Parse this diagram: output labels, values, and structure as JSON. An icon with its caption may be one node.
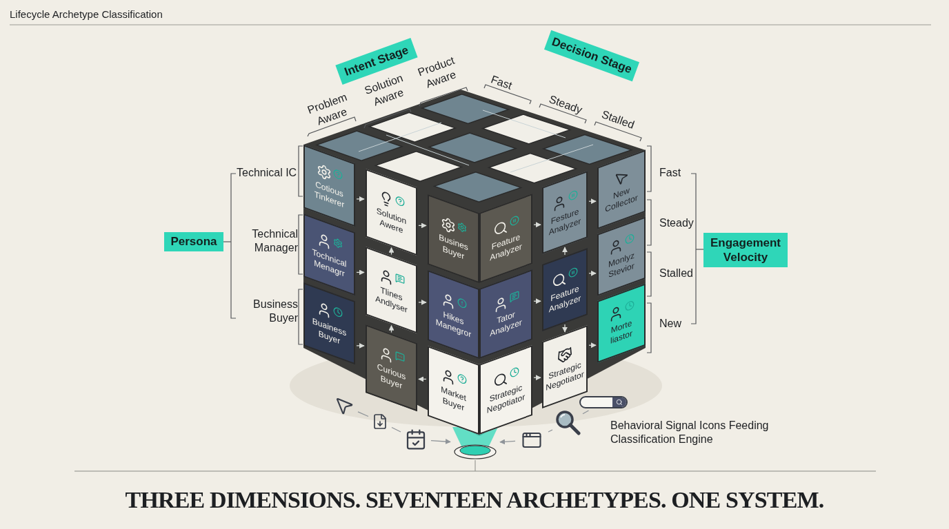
{
  "diagram": {
    "title": "Lifecycle Archetype Classification",
    "caption": "THREE DIMENSIONS. SEVENTEEN ARCHETYPES. ONE SYSTEM.",
    "nodes": [
      {
        "text": [
          "Intent Stage"
        ]
      },
      {
        "text": [
          "Decision Stage"
        ]
      },
      {
        "text": [
          "Persona"
        ]
      },
      {
        "text": [
          "Engagement Velocity"
        ]
      },
      {
        "text": [
          "Cotious Tinkerer"
        ]
      },
      {
        "text": [
          "Tochnical Menagrr"
        ]
      },
      {
        "text": [
          "Buainess Buyer"
        ]
      },
      {
        "text": [
          "Solution Awere"
        ]
      },
      {
        "text": [
          "Tlines Andlyser"
        ]
      },
      {
        "text": [
          "Curious Buyer"
        ]
      },
      {
        "text": [
          "Busines Buyer"
        ]
      },
      {
        "text": [
          "Feature Analyzer"
        ]
      },
      {
        "text": [
          "Hikes Manegror"
        ]
      },
      {
        "text": [
          "Tator Analyzer"
        ]
      },
      {
        "text": [
          "Market Buyer"
        ]
      },
      {
        "text": [
          "Strategic Negotiator"
        ]
      },
      {
        "text": [
          "Festure Analyzer"
        ]
      },
      {
        "text": [
          "Feature Analyzer"
        ]
      },
      {
        "text": [
          "Strategic Negotiator"
        ]
      },
      {
        "text": [
          "New Collector"
        ]
      },
      {
        "text": [
          "Monlyz Stevior"
        ]
      },
      {
        "text": [
          "Morte liastor"
        ]
      },
      {
        "text": [],
        "shape": "picture"
      },
      {
        "text": [],
        "shape": "picture"
      },
      {
        "text": [],
        "shape": "picture"
      },
      {
        "text": [],
        "shape": "funnel"
      },
      {
        "text": [],
        "shape": "picture"
      },
      {
        "text": [],
        "shape": "picture"
      },
      {
        "text": [],
        "shape": "picture"
      }
    ],
    "edges": [
      {
        "from": 4,
        "to": 7,
        "arrow": "to"
      },
      {
        "from": 5,
        "to": 8,
        "arrow": "to"
      },
      {
        "from": 6,
        "to": 9,
        "arrow": "to"
      },
      {
        "from": 7,
        "to": 10,
        "arrow": "to"
      },
      {
        "from": 8,
        "to": 12,
        "arrow": "to"
      },
      {
        "from": 14,
        "to": 9,
        "arrow": "to"
      },
      {
        "from": 8,
        "to": 7,
        "arrow": "to"
      },
      {
        "from": 9,
        "to": 8,
        "arrow": "to"
      },
      {
        "from": 11,
        "to": 16,
        "arrow": "to"
      },
      {
        "from": 13,
        "to": 17,
        "arrow": "to"
      },
      {
        "from": 15,
        "to": 18,
        "arrow": "to"
      },
      {
        "from": 16,
        "to": 19,
        "arrow": "to"
      },
      {
        "from": 17,
        "to": 20,
        "arrow": "to"
      },
      {
        "from": 18,
        "to": 21,
        "arrow": "to"
      },
      {
        "from": 17,
        "to": 16,
        "arrow": "to"
      },
      {
        "from": 17,
        "to": 18,
        "arrow": "to"
      },
      {
        "from": 22,
        "to": 23,
        "arrow": "none"
      },
      {
        "from": 23,
        "to": 24,
        "arrow": "none"
      },
      {
        "from": 24,
        "to": 25,
        "arrow": "to"
      },
      {
        "from": 26,
        "to": 25,
        "arrow": "to"
      },
      {
        "from": 27,
        "to": 26,
        "arrow": "none"
      },
      {
        "from": 28,
        "to": 27,
        "arrow": "none"
      }
    ],
    "labels": [
      "Problem Aware",
      "Solution Aware",
      "Product Aware",
      "Fast",
      "Steady",
      "Stalled",
      "Technical IC",
      "Technical Manager",
      "Business Buyer",
      "Fast",
      "Steady",
      "Stalled",
      "New",
      "Behavioral Signal Icons Feeding Classification Engine"
    ]
  }
}
